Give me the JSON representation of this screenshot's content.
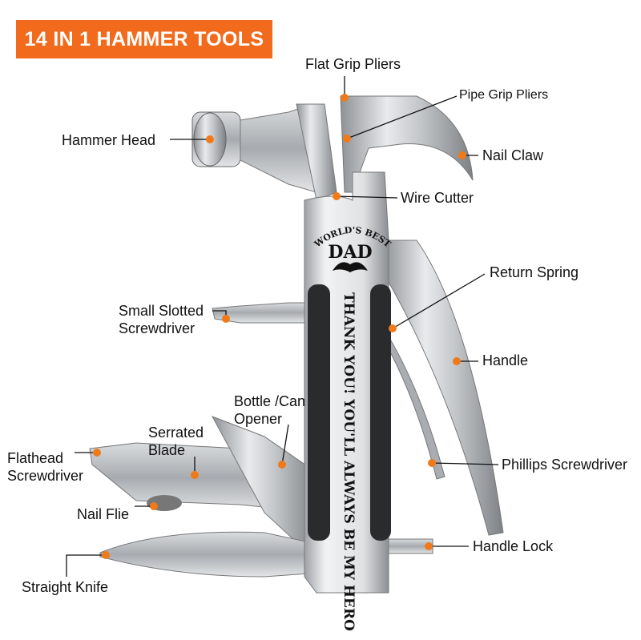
{
  "title": "14 IN 1 HAMMER TOOLS",
  "engraving": {
    "top_arc": "WORLD'S BEST",
    "name": "DAD",
    "handle_text": "THANK YOU! YOU'LL ALWAYS BE MY HERO"
  },
  "labels": {
    "flat_grip_pliers": "Flat Grip Pliers",
    "pipe_grip_pliers": "Pipe Grip Pliers",
    "hammer_head": "Hammer Head",
    "nail_claw": "Nail Claw",
    "wire_cutter": "Wire Cutter",
    "return_spring": "Return Spring",
    "small_slotted_1": "Small Slotted",
    "small_slotted_2": "Screwdriver",
    "handle": "Handle",
    "bottle_opener_1": "Bottle /Can",
    "bottle_opener_2": "Opener",
    "serrated_1": "Serrated",
    "serrated_2": "Blade",
    "flathead_1": "Flathead",
    "flathead_2": "Screwdriver",
    "phillips": "Phillips Screwdriver",
    "nail_file": "Nail Flie",
    "handle_lock": "Handle Lock",
    "straight_knife": "Straight Knife"
  },
  "colors": {
    "accent": "#f26a1b",
    "dot": "#f07a1a"
  }
}
